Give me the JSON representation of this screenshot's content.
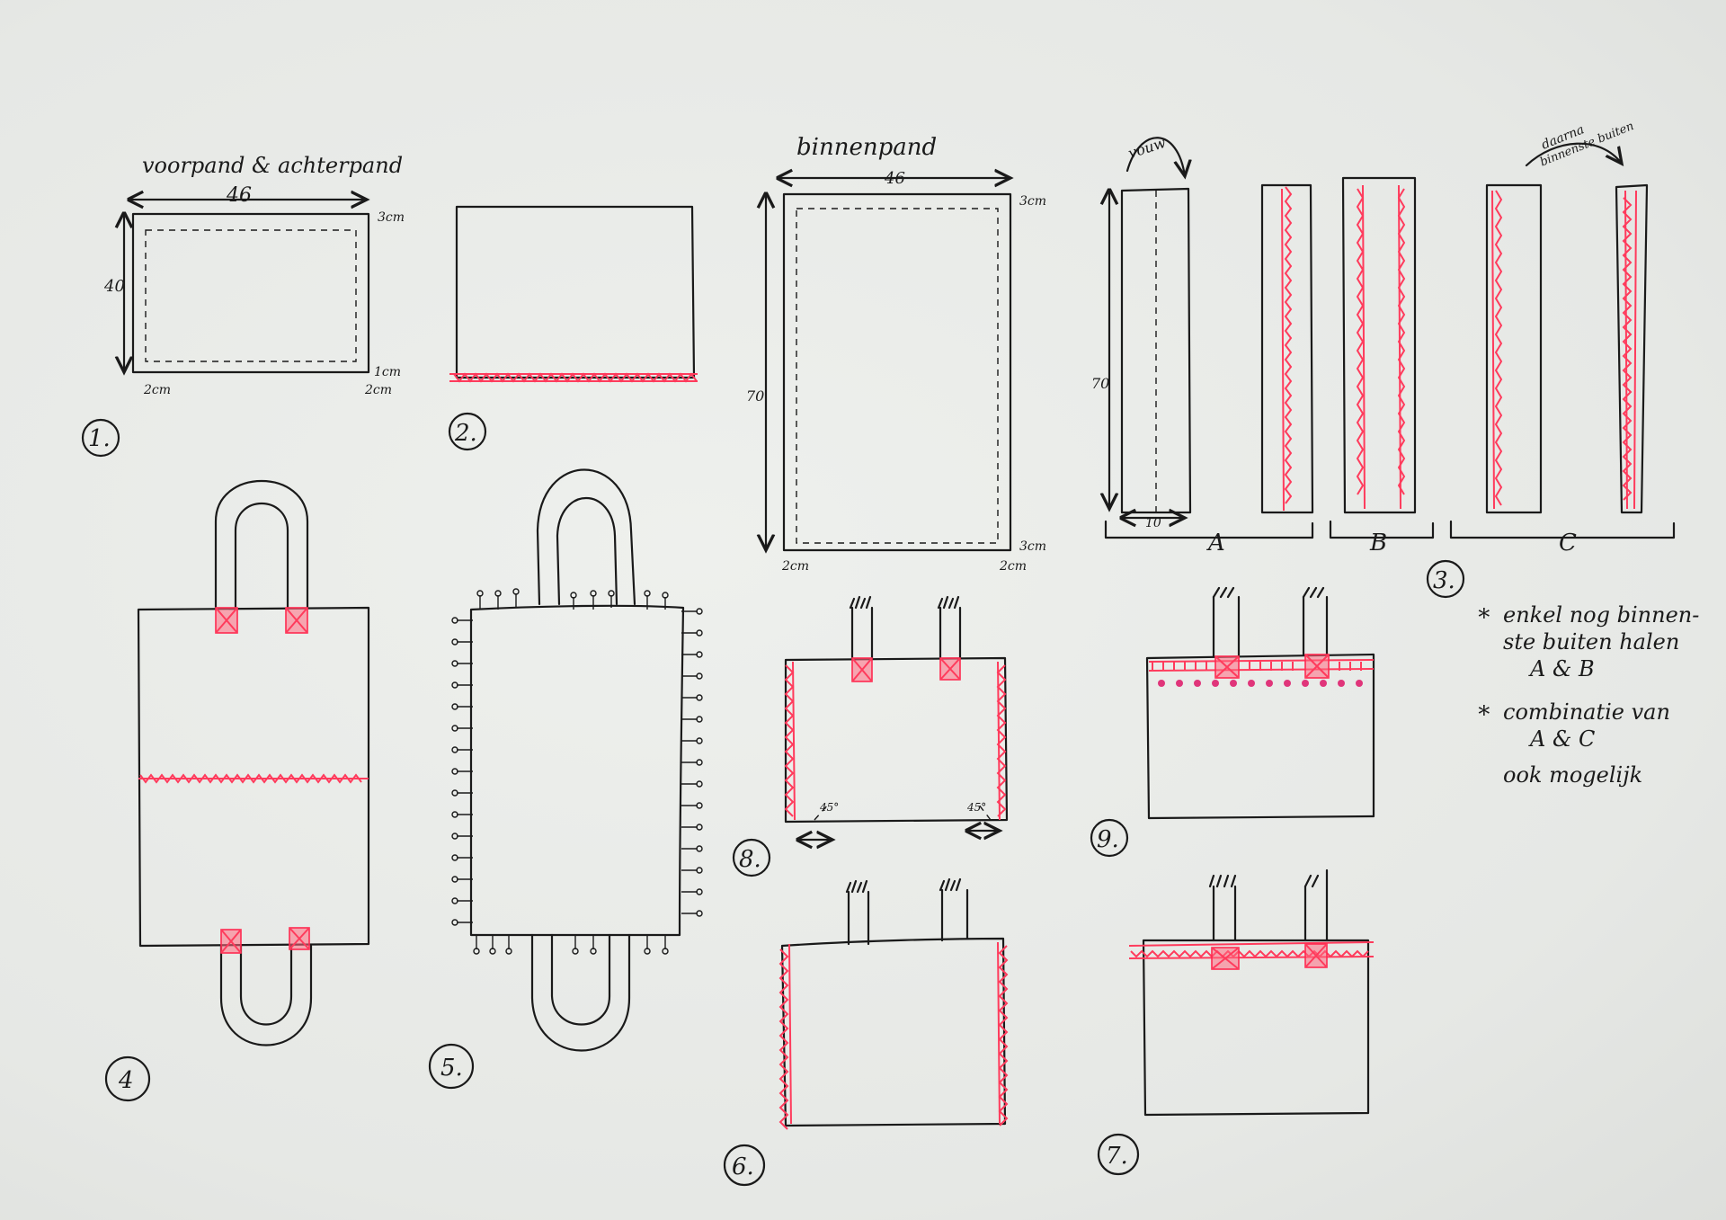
{
  "labels": {
    "voorpand": "voorpand & achterpand",
    "binnenpand": "binnenpand",
    "vouw": "vouw",
    "daarna": "daarna",
    "binnenste_buiten": "binnenste buiten",
    "w46_a": "46",
    "h40": "40",
    "cm3_a": "3cm",
    "cm1": "1cm",
    "cm2_a": "2cm",
    "cm2_b": "2cm",
    "w46_b": "46",
    "h70_a": "70",
    "cm3_b": "3cm",
    "cm3_c": "3cm",
    "cm2_c": "2cm",
    "cm2_d": "2cm",
    "h70_b": "70",
    "w10": "10",
    "A": "A",
    "B": "B",
    "C": "C",
    "deg45_a": "45°",
    "deg45_b": "45°"
  },
  "steps": {
    "s1": "1.",
    "s2": "2.",
    "s3": "3.",
    "s4": "4",
    "s5": "5.",
    "s6": "6.",
    "s7": "7.",
    "s8": "8.",
    "s9": "9."
  },
  "notes": {
    "n1_l1": "enkel nog binnen-",
    "n1_l2": "ste buiten halen",
    "n1_l3": "A & B",
    "n2_l1": "combinatie van",
    "n2_l2": "A & C",
    "n2_l3": "ook mogelijk"
  },
  "colors": {
    "ink": "#1a1a1a",
    "stitch": "#ff3b5c",
    "paper": "#e9ebe8"
  }
}
